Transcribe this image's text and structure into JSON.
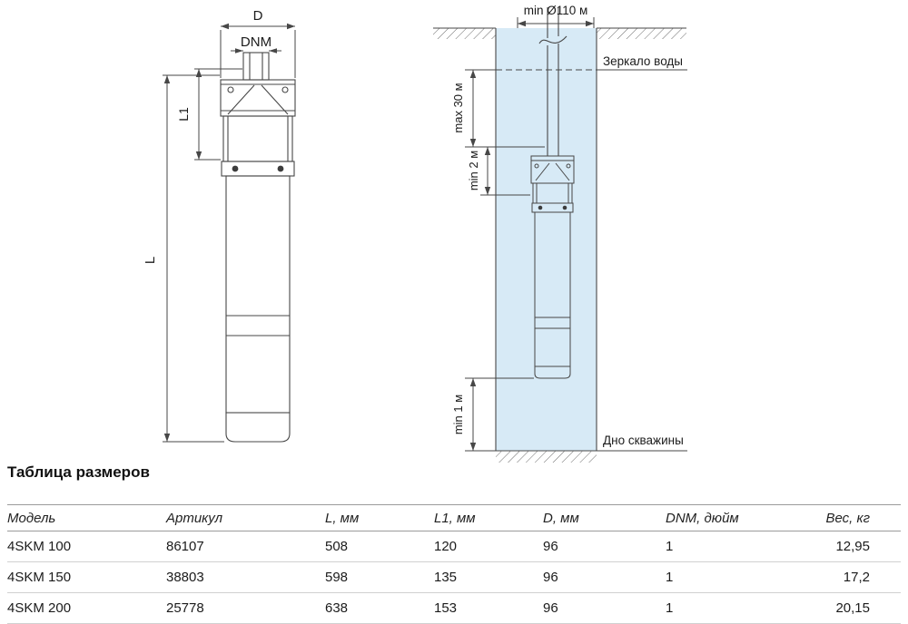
{
  "pump_drawing": {
    "dim_d_label": "D",
    "dim_dnm_label": "DNM",
    "dim_l1_label": "L1",
    "dim_l_label": "L"
  },
  "installation_drawing": {
    "min_diameter_label": "min Ø110 м",
    "water_level_label": "Зеркало воды",
    "max_depth_label": "max 30 м",
    "min_submersion_label": "min 2 м",
    "min_bottom_clearance_label": "min 1 м",
    "well_bottom_label": "Дно скважины"
  },
  "size_table": {
    "title": "Таблица размеров",
    "headers": [
      "Модель",
      "Артикул",
      "L, мм",
      "L1, мм",
      "D, мм",
      "DNM, дюйм",
      "Вес, кг"
    ],
    "rows": [
      [
        "4SKM 100",
        "86107",
        "508",
        "120",
        "96",
        "1",
        "12,95"
      ],
      [
        "4SKM 150",
        "38803",
        "598",
        "135",
        "96",
        "1",
        "17,2"
      ],
      [
        "4SKM 200",
        "25778",
        "638",
        "153",
        "96",
        "1",
        "20,15"
      ]
    ]
  },
  "colors": {
    "water_fill": "#d7eaf6",
    "line_color": "#474747"
  }
}
